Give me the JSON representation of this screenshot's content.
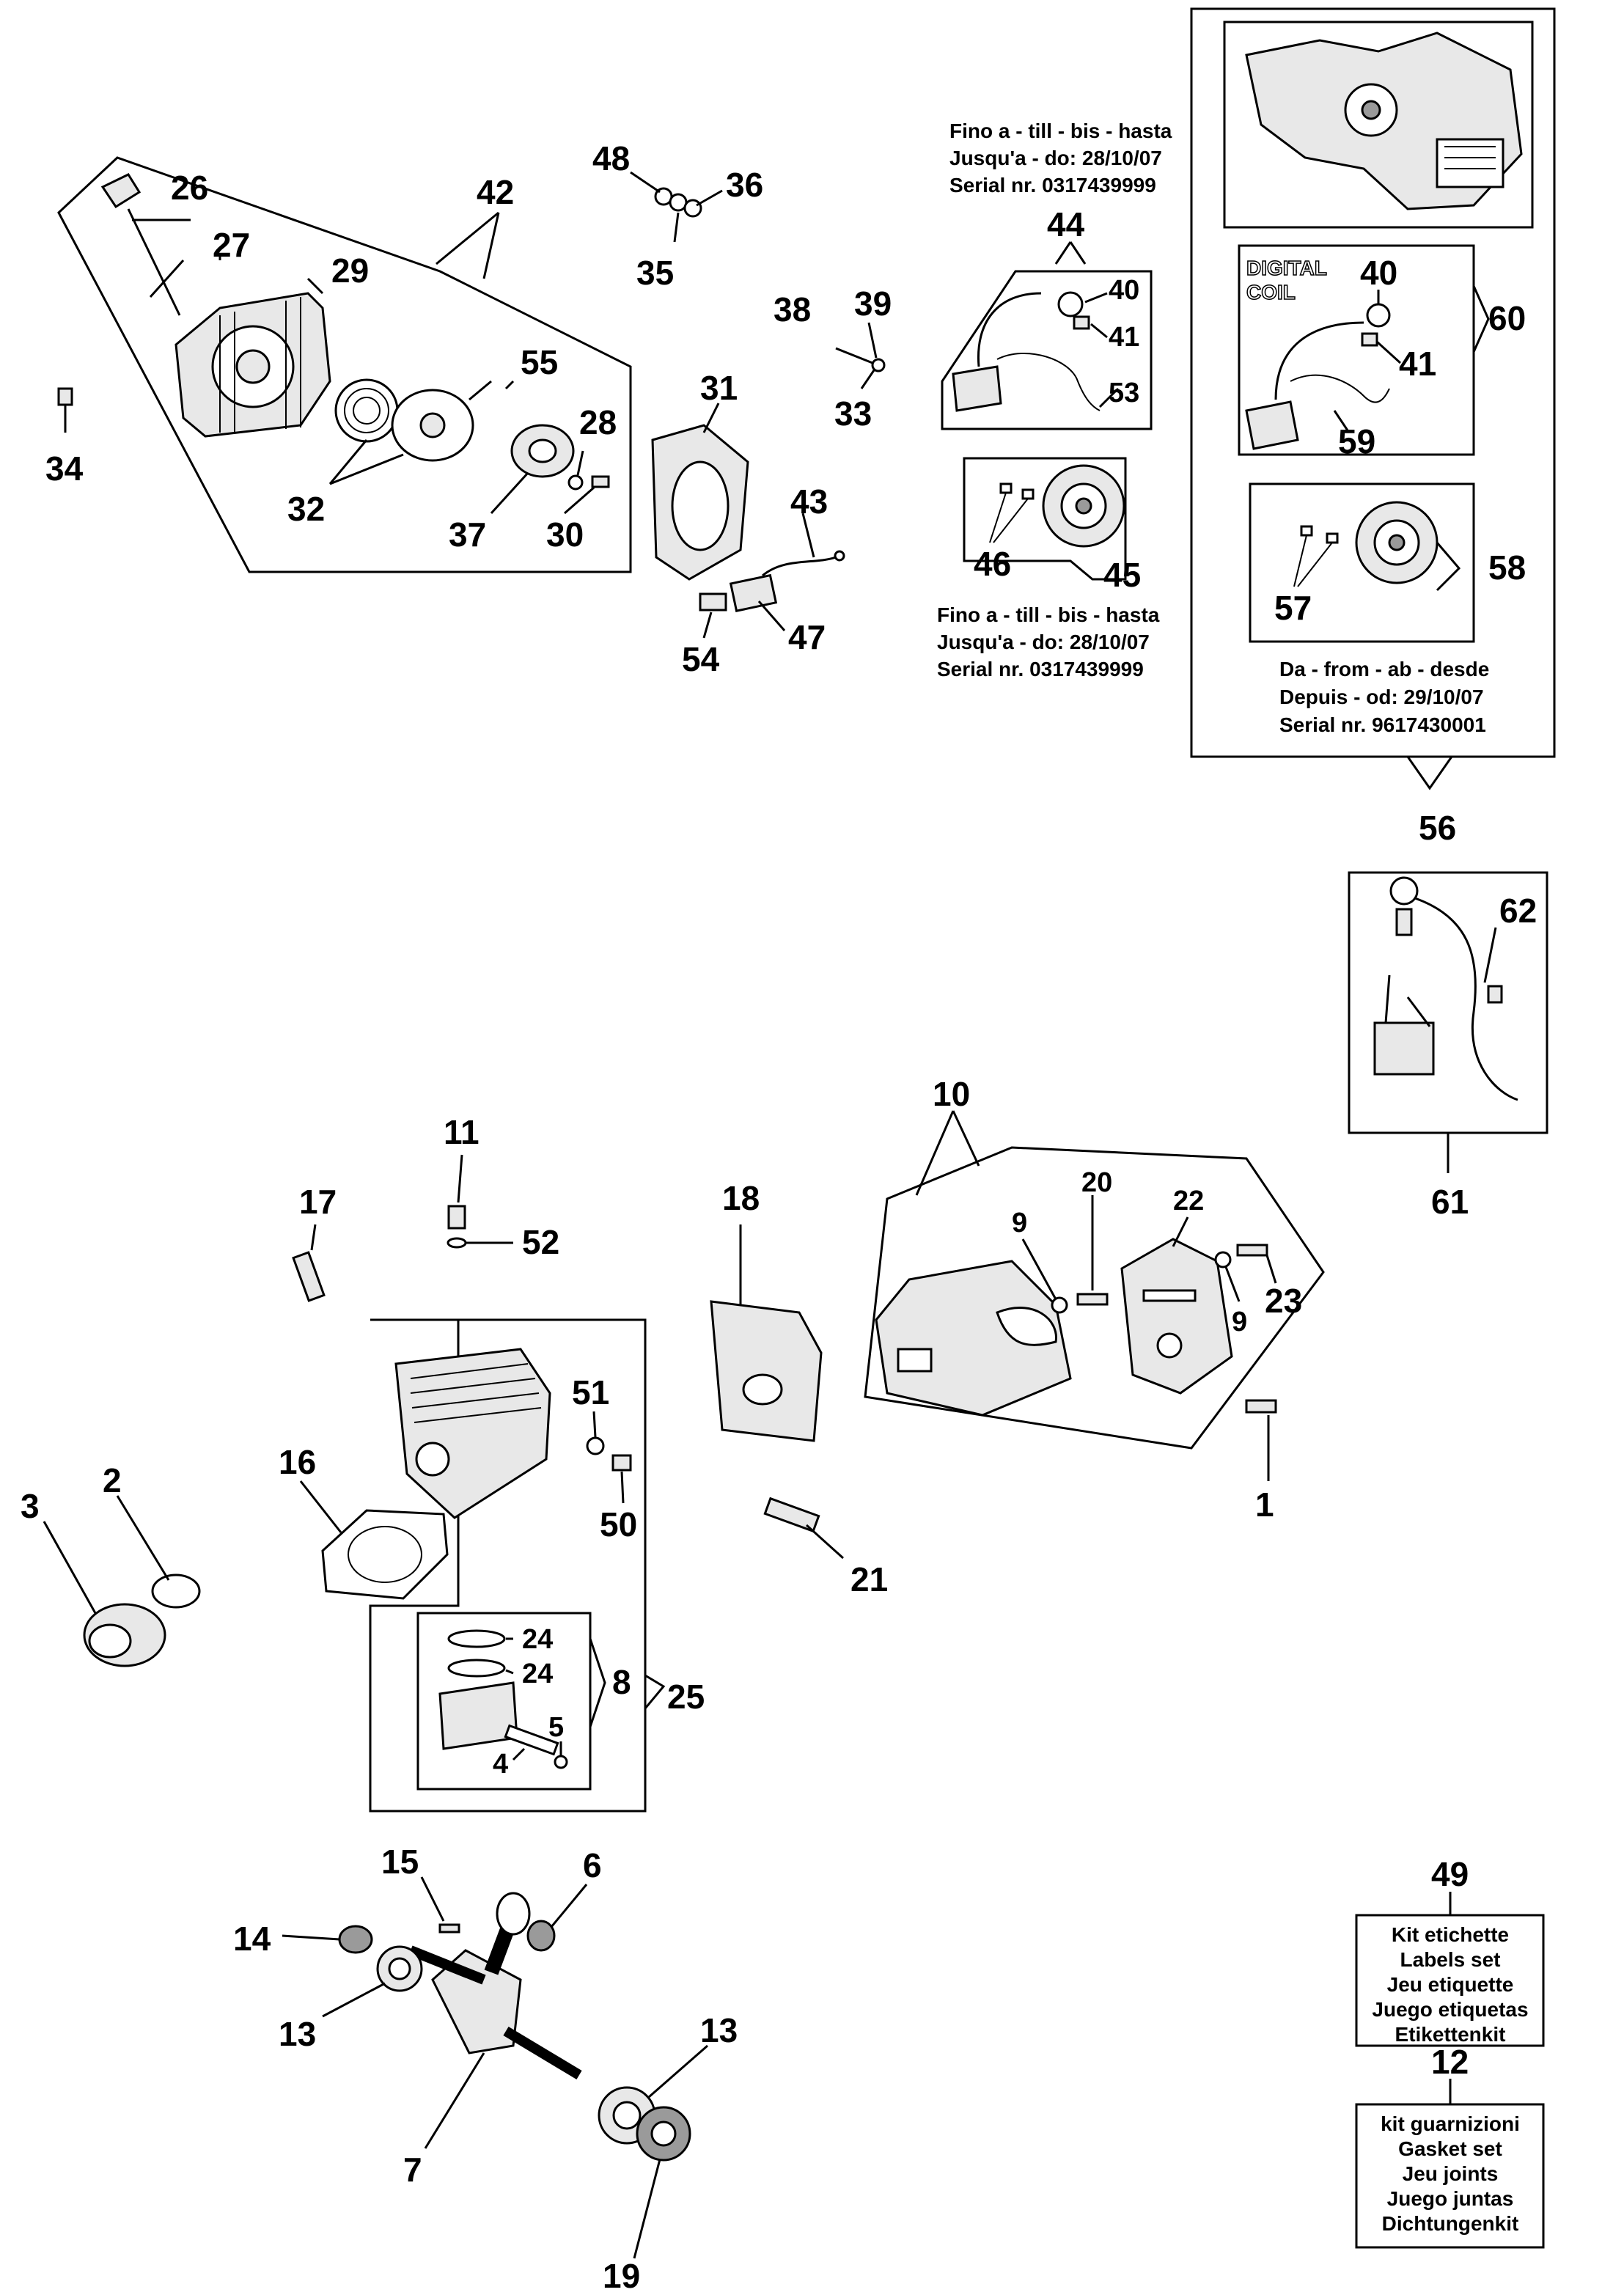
{
  "labels": {
    "l1": "1",
    "l2": "2",
    "l3": "3",
    "l4": "4",
    "l5": "5",
    "l6": "6",
    "l7": "7",
    "l8": "8",
    "l9a": "9",
    "l9b": "9",
    "l10": "10",
    "l11": "11",
    "l12": "12",
    "l13a": "13",
    "l13b": "13",
    "l14": "14",
    "l15": "15",
    "l16": "16",
    "l17": "17",
    "l18": "18",
    "l19": "19",
    "l20": "20",
    "l21": "21",
    "l22": "22",
    "l23": "23",
    "l24a": "24",
    "l24b": "24",
    "l25": "25",
    "l26": "26",
    "l27": "27",
    "l28": "28",
    "l29": "29",
    "l30": "30",
    "l31": "31",
    "l32": "32",
    "l33": "33",
    "l34": "34",
    "l35": "35",
    "l36": "36",
    "l37": "37",
    "l38": "38",
    "l39": "39",
    "l40a": "40",
    "l40b": "40",
    "l41a": "41",
    "l41b": "41",
    "l42": "42",
    "l43": "43",
    "l44": "44",
    "l45": "45",
    "l46": "46",
    "l47": "47",
    "l48": "48",
    "l49": "49",
    "l50": "50",
    "l51": "51",
    "l52": "52",
    "l53": "53",
    "l54": "54",
    "l55": "55",
    "l56": "56",
    "l57": "57",
    "l58": "58",
    "l59": "59",
    "l60": "60",
    "l61": "61",
    "l62": "62"
  },
  "notes": {
    "until_top": [
      "Fino a - till - bis - hasta",
      "Jusqu'a - do: 28/10/07",
      "Serial nr. 0317439999"
    ],
    "until_bottom": [
      "Fino a - till - bis - hasta",
      "Jusqu'a - do: 28/10/07",
      "Serial nr. 0317439999"
    ],
    "from": [
      "Da - from - ab - desde",
      "Depuis - od: 29/10/07",
      "Serial nr. 9617430001"
    ],
    "digital_coil": [
      "DIGITAL",
      "COIL"
    ]
  },
  "kits": {
    "labels_set": [
      "Kit etichette",
      "Labels set",
      "Jeu etiquette",
      "Juego etiquetas",
      "Etikettenkit"
    ],
    "gasket_set": [
      "kit guarnizioni",
      "Gasket set",
      "Jeu  joints",
      "Juego juntas",
      "Dichtungenkit"
    ]
  }
}
